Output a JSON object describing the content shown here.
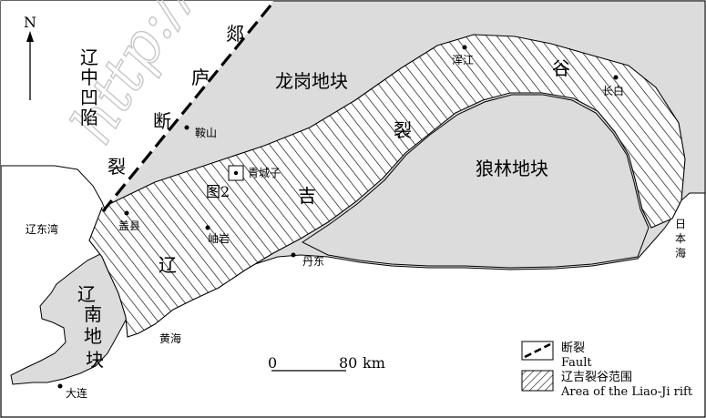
{
  "watermark": "http://",
  "north": {
    "label": "N"
  },
  "blocks": {
    "longgang": "龙岗地块",
    "langlin": "狼林地块",
    "liaonan": [
      "辽",
      "南",
      "地",
      "块"
    ]
  },
  "fault_name": {
    "tan": "郯",
    "lu": "庐",
    "duan": "断",
    "lie": "裂"
  },
  "depression": [
    "辽",
    "中",
    "凹",
    "陷"
  ],
  "rift_name": {
    "liao": "辽",
    "ji": "吉",
    "lie": "裂",
    "gu": "谷"
  },
  "cities": {
    "anshan": "鞍山",
    "gaixian": "盖县",
    "xiuyan": "岫岩",
    "qingchengzi": "青城子",
    "dandong": "丹东",
    "hunjiang": "浑江",
    "changbai": "长白",
    "dalian": "大连"
  },
  "figure_ref": "图2",
  "seas": {
    "liaodong_bay": "辽东湾",
    "yellow_sea": "黄海",
    "japan_sea": [
      "日",
      "本",
      "海"
    ]
  },
  "scale": {
    "zero": "0",
    "max": "80",
    "unit": "km"
  },
  "legend": {
    "fault_cn": "断裂",
    "fault_en": "Fault",
    "rift_cn": "辽吉裂谷范围",
    "rift_en": "Area of the Liao-Ji rift"
  },
  "colors": {
    "land": "#dcdcdc",
    "line": "#000000",
    "paper": "#ffffff",
    "watermark": "#c6c6c6"
  }
}
